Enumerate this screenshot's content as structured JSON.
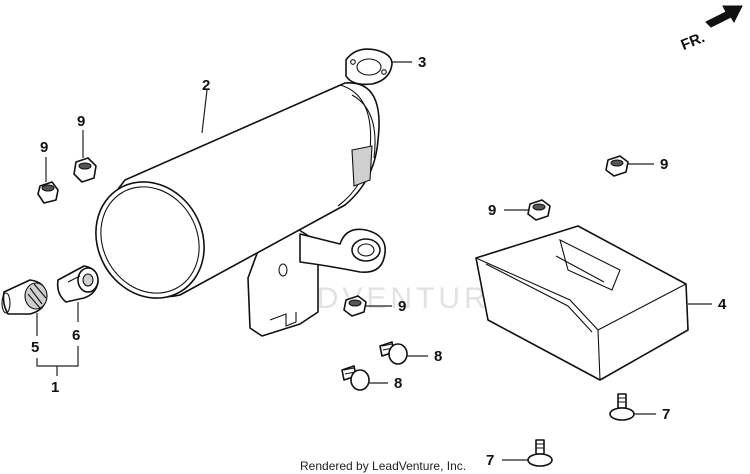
{
  "labels": {
    "p1": "1",
    "p2": "2",
    "p3": "3",
    "p4": "4",
    "p5": "5",
    "p6": "6",
    "p7a": "7",
    "p7b": "7",
    "p8a": "8",
    "p8b": "8",
    "p9a": "9",
    "p9b": "9",
    "p9c": "9",
    "p9d": "9",
    "p9e": "9"
  },
  "direction": {
    "label": "FR."
  },
  "watermark": "LEADVENTURE",
  "footer": "Rendered by LeadVenture, Inc."
}
